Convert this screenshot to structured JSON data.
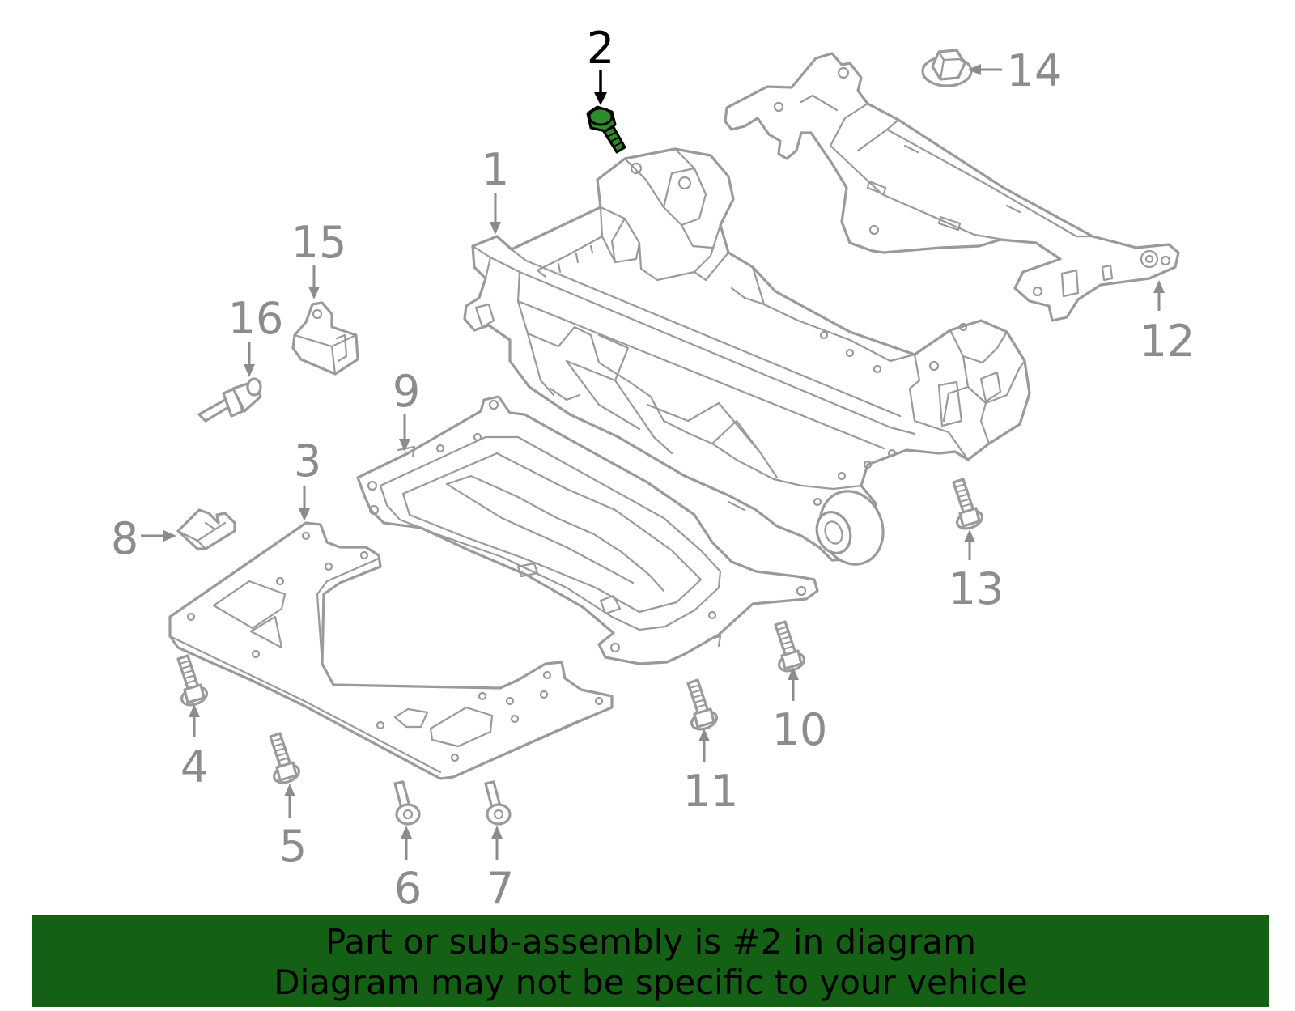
{
  "diagram": {
    "highlighted_part": "2",
    "callouts": [
      "1",
      "2",
      "3",
      "4",
      "5",
      "6",
      "7",
      "8",
      "9",
      "10",
      "11",
      "12",
      "13",
      "14",
      "15",
      "16"
    ],
    "colors": {
      "line_art": "#9a9a9a",
      "highlight_fill": "#2e8b2e",
      "highlight_label": "#000000",
      "banner_background": "#146014"
    }
  },
  "banner": {
    "line1": "Part or sub-assembly is #2 in diagram",
    "line2": "Diagram may not be specific to your vehicle"
  }
}
